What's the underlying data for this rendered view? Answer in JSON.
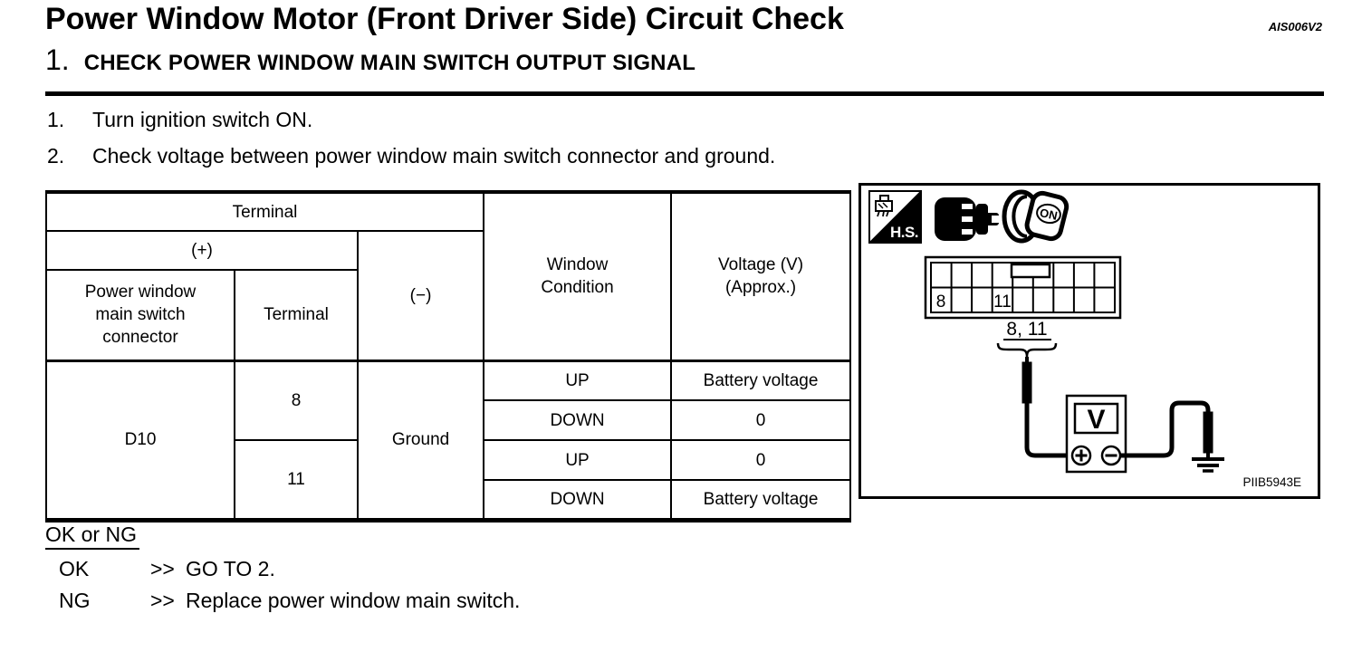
{
  "colors": {
    "ink": "#000000",
    "paper": "#ffffff"
  },
  "header": {
    "title": "Power Window Motor (Front Driver Side) Circuit Check",
    "figure_code": "AIS006V2",
    "step_number": "1.",
    "step_heading": "CHECK POWER WINDOW MAIN SWITCH OUTPUT SIGNAL"
  },
  "instructions": [
    {
      "num": "1.",
      "text": "Turn ignition switch ON."
    },
    {
      "num": "2.",
      "text": "Check voltage between power window main switch connector and ground."
    }
  ],
  "table": {
    "headers": {
      "terminal_group": "Terminal",
      "plus": "(+)",
      "minus": "(−)",
      "connector": "Power window main switch connector",
      "terminal": "Terminal",
      "window_condition_lines": [
        "Window",
        "Condition"
      ],
      "voltage_lines": [
        "Voltage (V)",
        "(Approx.)"
      ]
    },
    "connector_value": "D10",
    "minus_value": "Ground",
    "groups": [
      {
        "terminal": "8",
        "rows": [
          {
            "condition": "UP",
            "voltage": "Battery voltage"
          },
          {
            "condition": "DOWN",
            "voltage": "0"
          }
        ]
      },
      {
        "terminal": "11",
        "rows": [
          {
            "condition": "UP",
            "voltage": "0"
          },
          {
            "condition": "DOWN",
            "voltage": "Battery voltage"
          }
        ]
      }
    ]
  },
  "diagram": {
    "hs_label": "H.S.",
    "key_on_label": "ON",
    "pin_8": "8",
    "pin_11": "11",
    "pins_label": "8, 11",
    "meter_label": "V",
    "figure_id": "PIIB5943E"
  },
  "result": {
    "title": "OK or NG",
    "items": [
      {
        "label": "OK",
        "arrow": ">>",
        "action": "GO TO 2."
      },
      {
        "label": "NG",
        "arrow": ">>",
        "action": "Replace power window main switch."
      }
    ]
  }
}
